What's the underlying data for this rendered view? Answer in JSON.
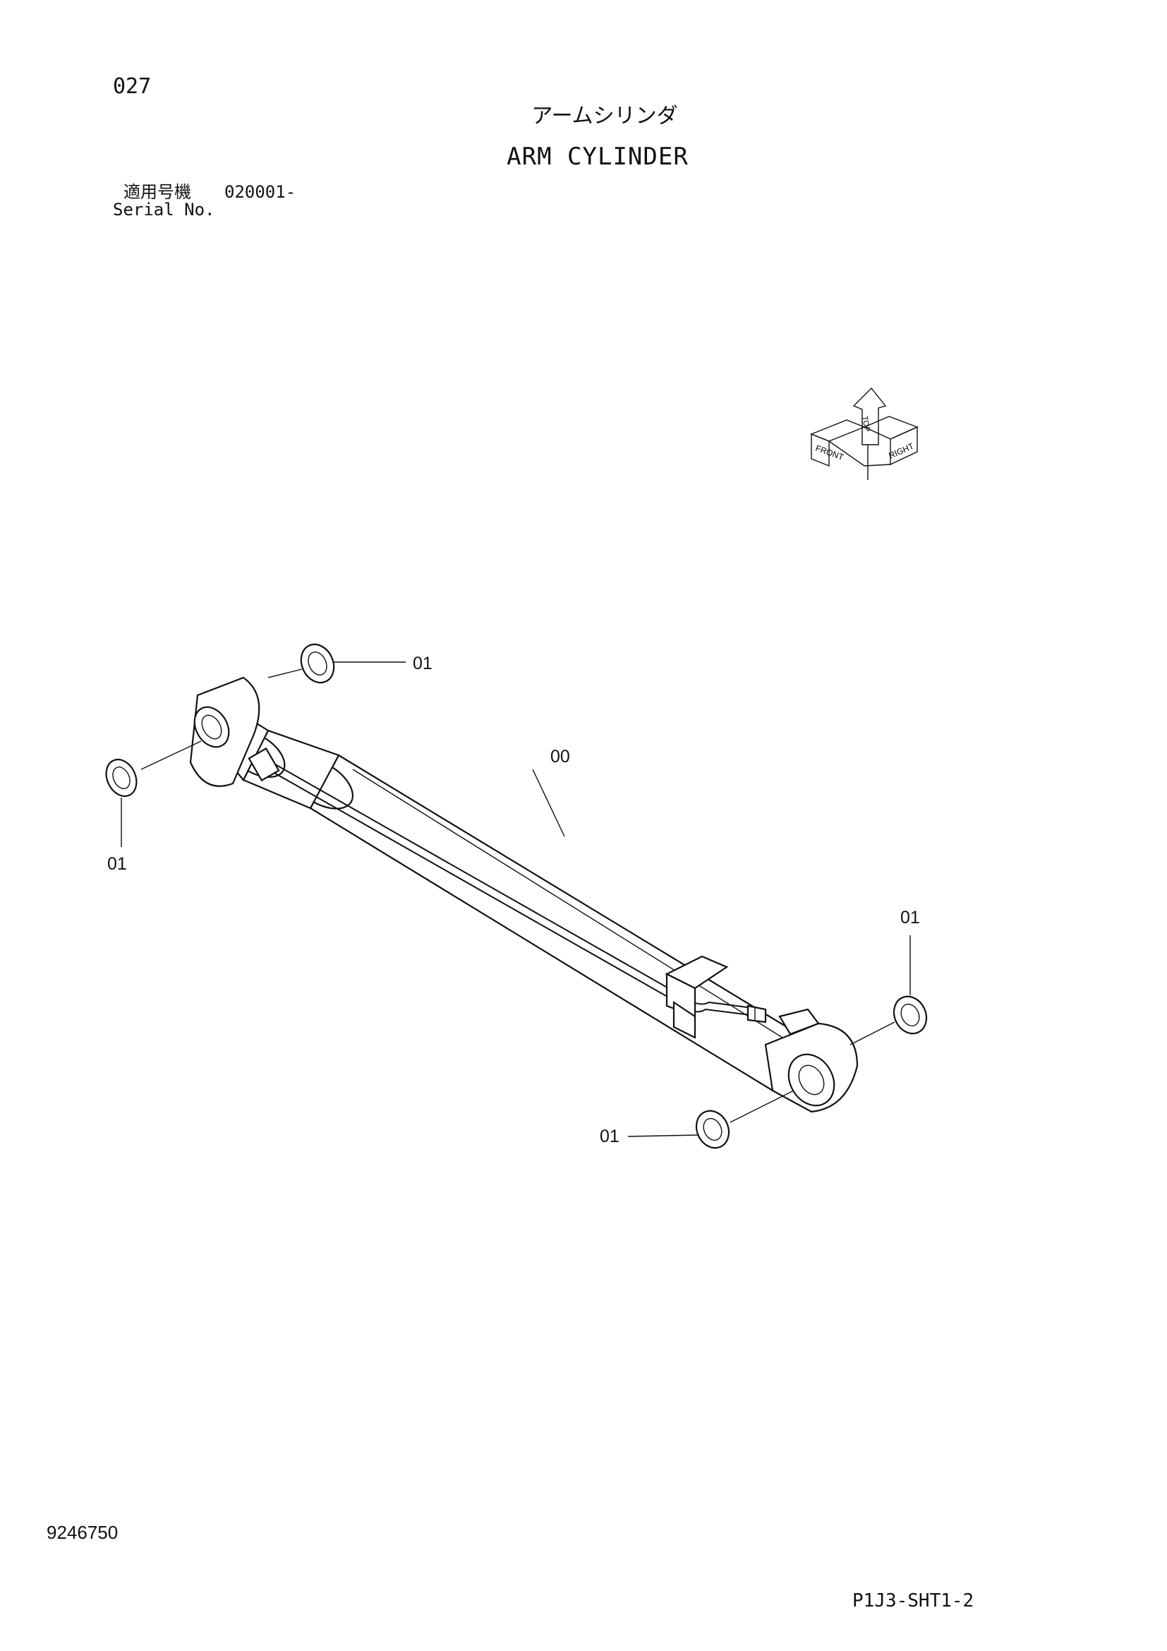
{
  "header": {
    "page_number": "027",
    "title_jp": "アームシリンダ",
    "title_en": "ARM CYLINDER",
    "serial_label_jp": "適用号機",
    "serial_range": "020001-",
    "serial_label_en": "Serial No."
  },
  "compass": {
    "labels": [
      "FRONT",
      "TOP",
      "RIGHT"
    ]
  },
  "callouts": {
    "cylinder": "00",
    "bushing_top_rod_right": "01",
    "bushing_top_rod_left": "01",
    "bushing_bottom_right": "01",
    "bushing_bottom_lower": "01"
  },
  "footer": {
    "drawing_number": "9246750",
    "sheet_ref": "P1J3-SHT1-2"
  }
}
